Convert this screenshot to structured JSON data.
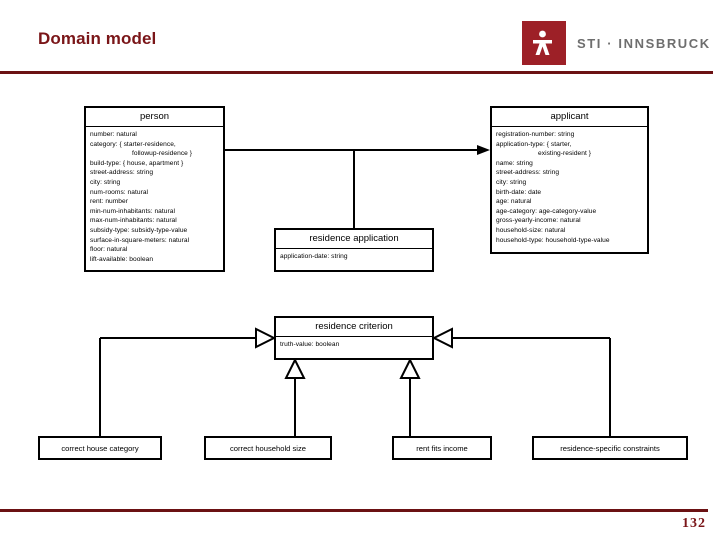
{
  "slide": {
    "title": "Domain model",
    "page_number": "132",
    "accent_color": "#7a1518",
    "rule_color": "#6b1113"
  },
  "logo": {
    "mark_name": "sti-figure-logo-icon",
    "mark_color": "#9d2027",
    "text": "STI · INNSBRUCK",
    "text_color": "#6e6e6e"
  },
  "diagram": {
    "type": "uml-class-diagram",
    "classes": [
      {
        "id": "person",
        "name": "person",
        "attributes": [
          {
            "text": "number: natural",
            "continuation": false
          },
          {
            "text": "category: { starter-residence,",
            "continuation": false
          },
          {
            "text": "followup-residence }",
            "continuation": true
          },
          {
            "text": "build-type: { house, apartment }",
            "continuation": false
          },
          {
            "text": "street-address: string",
            "continuation": false
          },
          {
            "text": "city: string",
            "continuation": false
          },
          {
            "text": "num-rooms: natural",
            "continuation": false
          },
          {
            "text": "rent: number",
            "continuation": false
          },
          {
            "text": "min-num-inhabitants: natural",
            "continuation": false
          },
          {
            "text": "max-num-inhabitants: natural",
            "continuation": false
          },
          {
            "text": "subsidy-type: subsidy-type-value",
            "continuation": false
          },
          {
            "text": "surface-in-square-meters: natural",
            "continuation": false
          },
          {
            "text": "floor: natural",
            "continuation": false
          },
          {
            "text": "lift-available: boolean",
            "continuation": false
          }
        ]
      },
      {
        "id": "applicant",
        "name": "applicant",
        "attributes": [
          {
            "text": "registration-number: string",
            "continuation": false
          },
          {
            "text": "application-type: { starter,",
            "continuation": false
          },
          {
            "text": "existing-resident }",
            "continuation": true
          },
          {
            "text": "name: string",
            "continuation": false
          },
          {
            "text": "street-address: string",
            "continuation": false
          },
          {
            "text": "city: string",
            "continuation": false
          },
          {
            "text": "birth-date: date",
            "continuation": false
          },
          {
            "text": "age: natural",
            "continuation": false
          },
          {
            "text": "age-category: age-category-value",
            "continuation": false
          },
          {
            "text": "gross-yearly-income: natural",
            "continuation": false
          },
          {
            "text": "household-size: natural",
            "continuation": false
          },
          {
            "text": "household-type: household-type-value",
            "continuation": false
          }
        ]
      },
      {
        "id": "residence-application",
        "name": "residence application",
        "attributes": [
          {
            "text": "application-date: string",
            "continuation": false
          }
        ]
      },
      {
        "id": "residence-criterion",
        "name": "residence criterion",
        "attributes": [
          {
            "text": "truth-value: boolean",
            "continuation": false
          }
        ]
      }
    ],
    "subclasses": [
      {
        "id": "correct-house-category",
        "name": "correct house category"
      },
      {
        "id": "correct-household-size",
        "name": "correct household size"
      },
      {
        "id": "rent-fits-income",
        "name": "rent fits income"
      },
      {
        "id": "residence-specific-constraints",
        "name": "residence-specific constraints"
      }
    ],
    "relations": [
      {
        "from": "person",
        "to": "applicant",
        "kind": "association-directed"
      },
      {
        "from": "person-applicant-link",
        "to": "residence-application",
        "kind": "association"
      },
      {
        "from": "correct-house-category",
        "to": "residence-criterion",
        "kind": "generalization"
      },
      {
        "from": "correct-household-size",
        "to": "residence-criterion",
        "kind": "generalization"
      },
      {
        "from": "rent-fits-income",
        "to": "residence-criterion",
        "kind": "generalization"
      },
      {
        "from": "residence-specific-constraints",
        "to": "residence-criterion",
        "kind": "generalization"
      }
    ]
  }
}
